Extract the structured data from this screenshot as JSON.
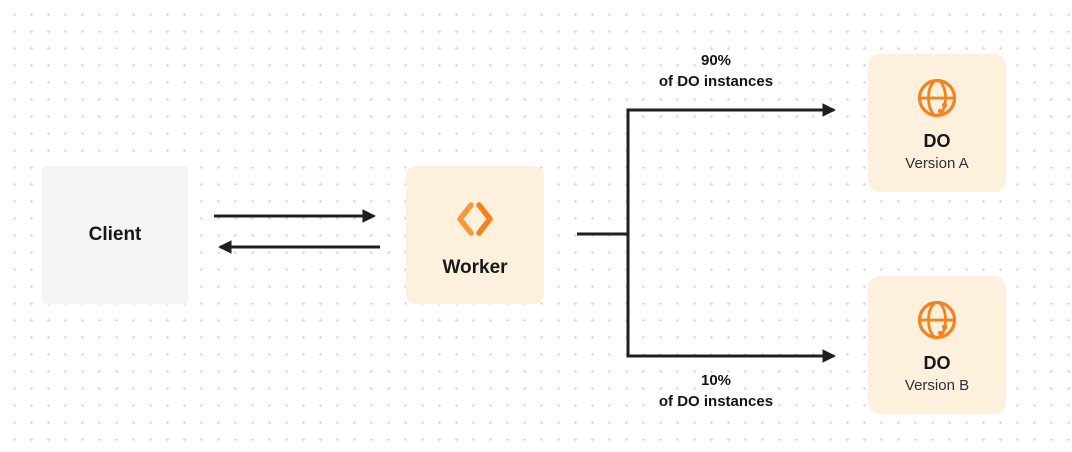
{
  "colors": {
    "accent_orange": "#f6821f",
    "accent_orange_light": "#f9993f",
    "line": "#1f1f1f",
    "client_bg": "#f4f4f6",
    "card_bg": "#fdf0dc",
    "dot_grid": "#dddde2"
  },
  "nodes": {
    "client": {
      "label": "Client"
    },
    "worker": {
      "label": "Worker",
      "icon": "workers-chevrons-icon"
    },
    "do_version_a": {
      "title": "DO",
      "subtitle": "Version A",
      "icon": "globe-icon"
    },
    "do_version_b": {
      "title": "DO",
      "subtitle": "Version B",
      "icon": "globe-icon"
    }
  },
  "edges": {
    "top_branch": {
      "percent": "90%",
      "caption": "of DO instances"
    },
    "bottom_branch": {
      "percent": "10%",
      "caption": "of DO instances"
    }
  }
}
